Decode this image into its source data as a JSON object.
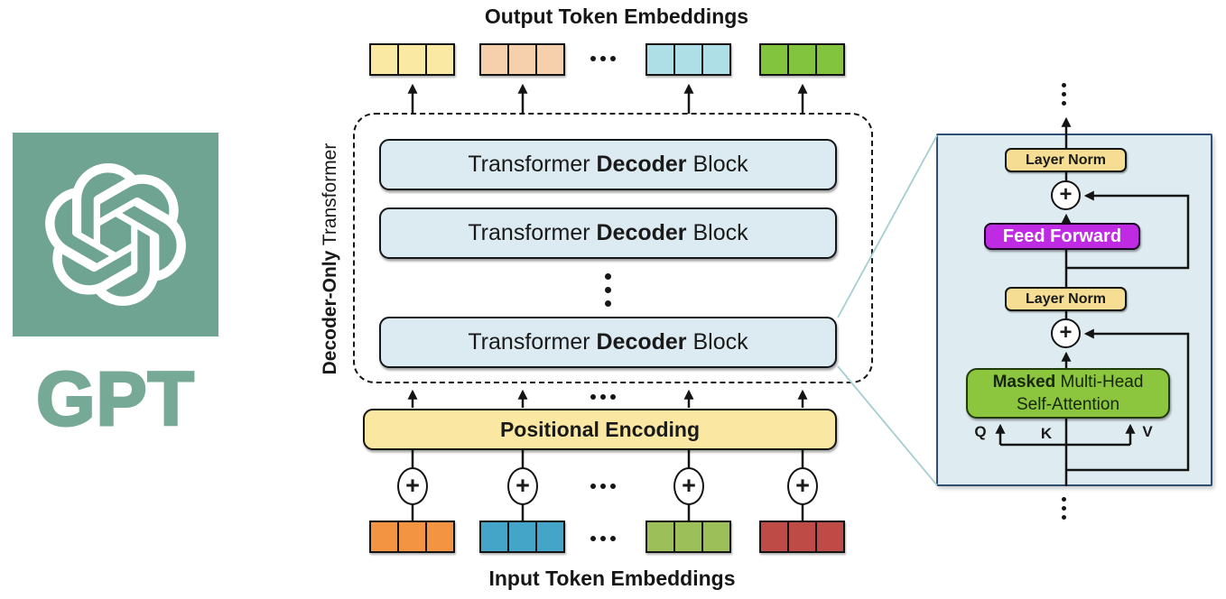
{
  "brand": {
    "logo_icon": "openai-logo",
    "wordmark": "GPT"
  },
  "colors": {
    "brand_square": "#70A492",
    "brand_text": "#76A996",
    "decoder_block_fill": "#DBEBF1",
    "positional_fill": "#FAE7A1",
    "panel_fill": "#DEEBF1",
    "panel_border": "#2E4E74",
    "layer_norm_fill": "#F5DE94",
    "feed_forward_fill": "#BE2BE3",
    "attention_fill": "#8CC63F",
    "lens_line": "#A5CDD2",
    "output_tokens": [
      "#F9E9A2",
      "#F6CFAD",
      "#AEDFE7",
      "#83C43F"
    ],
    "input_tokens": [
      "#F29441",
      "#44A5C9",
      "#9CBF5A",
      "#BF4B46"
    ]
  },
  "diagram": {
    "output_label": "Output Token Embeddings",
    "input_label": "Input Token Embeddings",
    "container_label_bold": "Decoder-Only",
    "container_label_regular": " Transformer",
    "block_prefix": "Transformer ",
    "block_bold": "Decoder",
    "block_suffix": " Block",
    "positional_encoding_label": "Positional Encoding",
    "plus": "+"
  },
  "detail": {
    "layer_norm_label": "Layer Norm",
    "feed_forward_label": "Feed Forward",
    "attention_bold": "Masked",
    "attention_rest": " Multi-Head",
    "attention_line2": "Self-Attention",
    "plus": "+",
    "q_label": "Q",
    "k_label": "K",
    "v_label": "V"
  },
  "icons": {
    "horizontal_ellipsis": "...",
    "vertical_ellipsis": "⋮"
  }
}
